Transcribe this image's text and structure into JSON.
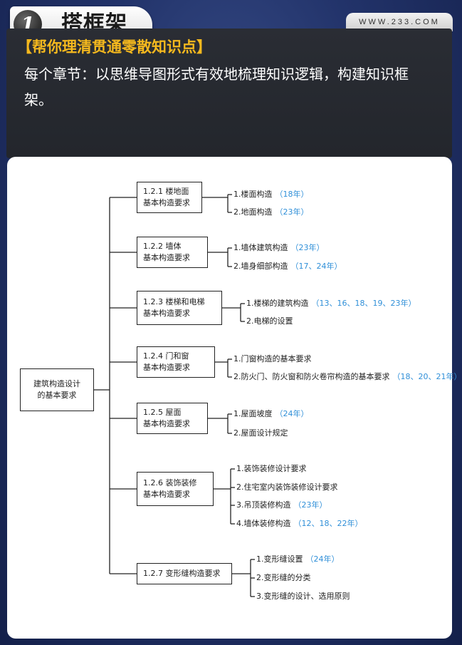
{
  "badge": {
    "number": "1",
    "title": "搭框架"
  },
  "site": "WWW.233.COM",
  "header": {
    "title": "【帮你理清贯通零散知识点】",
    "description": "每个章节：以思维导图形式有效地梳理知识逻辑，构建知识框架。"
  },
  "mindmap": {
    "root": {
      "line1": "建筑构造设计",
      "line2": "的基本要求"
    },
    "sections": [
      {
        "line1": "1.2.1 楼地面",
        "line2": "基本构造要求",
        "items": [
          {
            "text": "1.楼面构造",
            "years": "（18年）"
          },
          {
            "text": "2.地面构造",
            "years": "（23年）"
          }
        ]
      },
      {
        "line1": "1.2.2  墙体",
        "line2": "基本构造要求",
        "items": [
          {
            "text": "1.墙体建筑构造",
            "years": "（23年）"
          },
          {
            "text": "2.墙身细部构造",
            "years": "（17、24年）"
          }
        ]
      },
      {
        "line1": "1.2.3  楼梯和电梯",
        "line2": "基本构造要求",
        "items": [
          {
            "text": "1.楼梯的建筑构造",
            "years": "（13、16、18、19、23年）"
          },
          {
            "text": "2.电梯的设置",
            "years": ""
          }
        ]
      },
      {
        "line1": "1.2.4  门和窗",
        "line2": "基本构造要求",
        "items": [
          {
            "text": "1.门窗构造的基本要求",
            "years": ""
          },
          {
            "text": "2.防火门、防火窗和防火卷帘构造的基本要求",
            "years": "（18、20、21年）"
          }
        ]
      },
      {
        "line1": "1.2.5  屋面",
        "line2": "基本构造要求",
        "items": [
          {
            "text": "1.屋面坡度",
            "years": "（24年）"
          },
          {
            "text": "2.屋面设计规定",
            "years": ""
          }
        ]
      },
      {
        "line1": "1.2.6  装饰装修",
        "line2": "基本构造要求",
        "items": [
          {
            "text": "1.装饰装修设计要求",
            "years": ""
          },
          {
            "text": "2.住宅室内装饰装修设计要求",
            "years": ""
          },
          {
            "text": "3.吊顶装修构造",
            "years": "（23年）"
          },
          {
            "text": "4.墙体装修构造",
            "years": "（12、18、22年）"
          }
        ]
      },
      {
        "line1": "1.2.7 变形缝构造要求",
        "line2": "",
        "items": [
          {
            "text": "1.变形缝设置",
            "years": "（24年）"
          },
          {
            "text": "2.变形缝的分类",
            "years": ""
          },
          {
            "text": "3.变形缝的设计、选用原则",
            "years": ""
          }
        ]
      }
    ]
  }
}
